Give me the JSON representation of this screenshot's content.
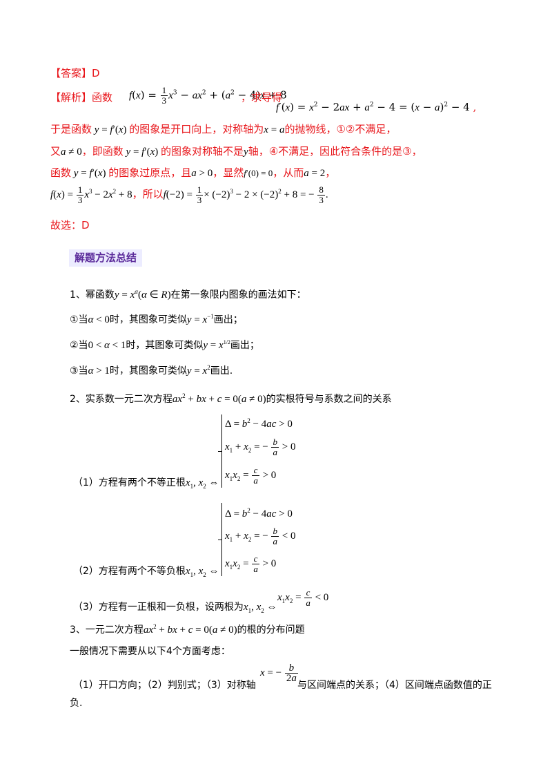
{
  "answer": {
    "label": "【答案】",
    "value": "D"
  },
  "analysis": {
    "label": "【解析】",
    "l1_prefix": "函数",
    "l1_mid": "，求导得",
    "l2": "于是函数",
    "l2b": "的图象是开口向上，对称轴为",
    "l2c": "的抛物线，①②不满足，",
    "l3a": "又",
    "l3b": "，即函数",
    "l3c": "的图象对称轴不是",
    "l3d": "轴，④不满足，因此符合条件的是③，",
    "l4a": "函数",
    "l4b": "的图象过原点，且",
    "l4c": "，显然",
    "l4d": "，从而",
    "l5_mid": "，所以",
    "conclusion": "故选：D"
  },
  "section_title": "解题方法总结",
  "method1": {
    "intro_a": "1、幂函数",
    "intro_b": "在第一象限内图象的画法如下：",
    "case1_a": "①当",
    "case1_b": "时，其图象可类似",
    "case1_c": "画出；",
    "case2_a": "②当",
    "case2_b": "时，其图象可类似",
    "case2_c": "画出；",
    "case3_a": "③当",
    "case3_b": "时，其图象可类似",
    "case3_c": "画出."
  },
  "method2": {
    "intro_a": "2、实系数一元二次方程",
    "intro_b": "的实根符号与系数之间的关系",
    "case1": "（1）方程有两个不等正根",
    "case2": "（2）方程有两个不等负根",
    "case3": "（3）方程有一正根和一负根，设两根为"
  },
  "method3": {
    "intro_a": "3、一元二次方程",
    "intro_b": "的根的分布问题",
    "general": "一般情况下需要从以下4个方面考虑：",
    "factors_a": "（1）开口方向；（2）判别式；（3）对称轴",
    "factors_b": "与区间端点的关系；（4）区间端点函数值的正",
    "factors_c": "负."
  }
}
